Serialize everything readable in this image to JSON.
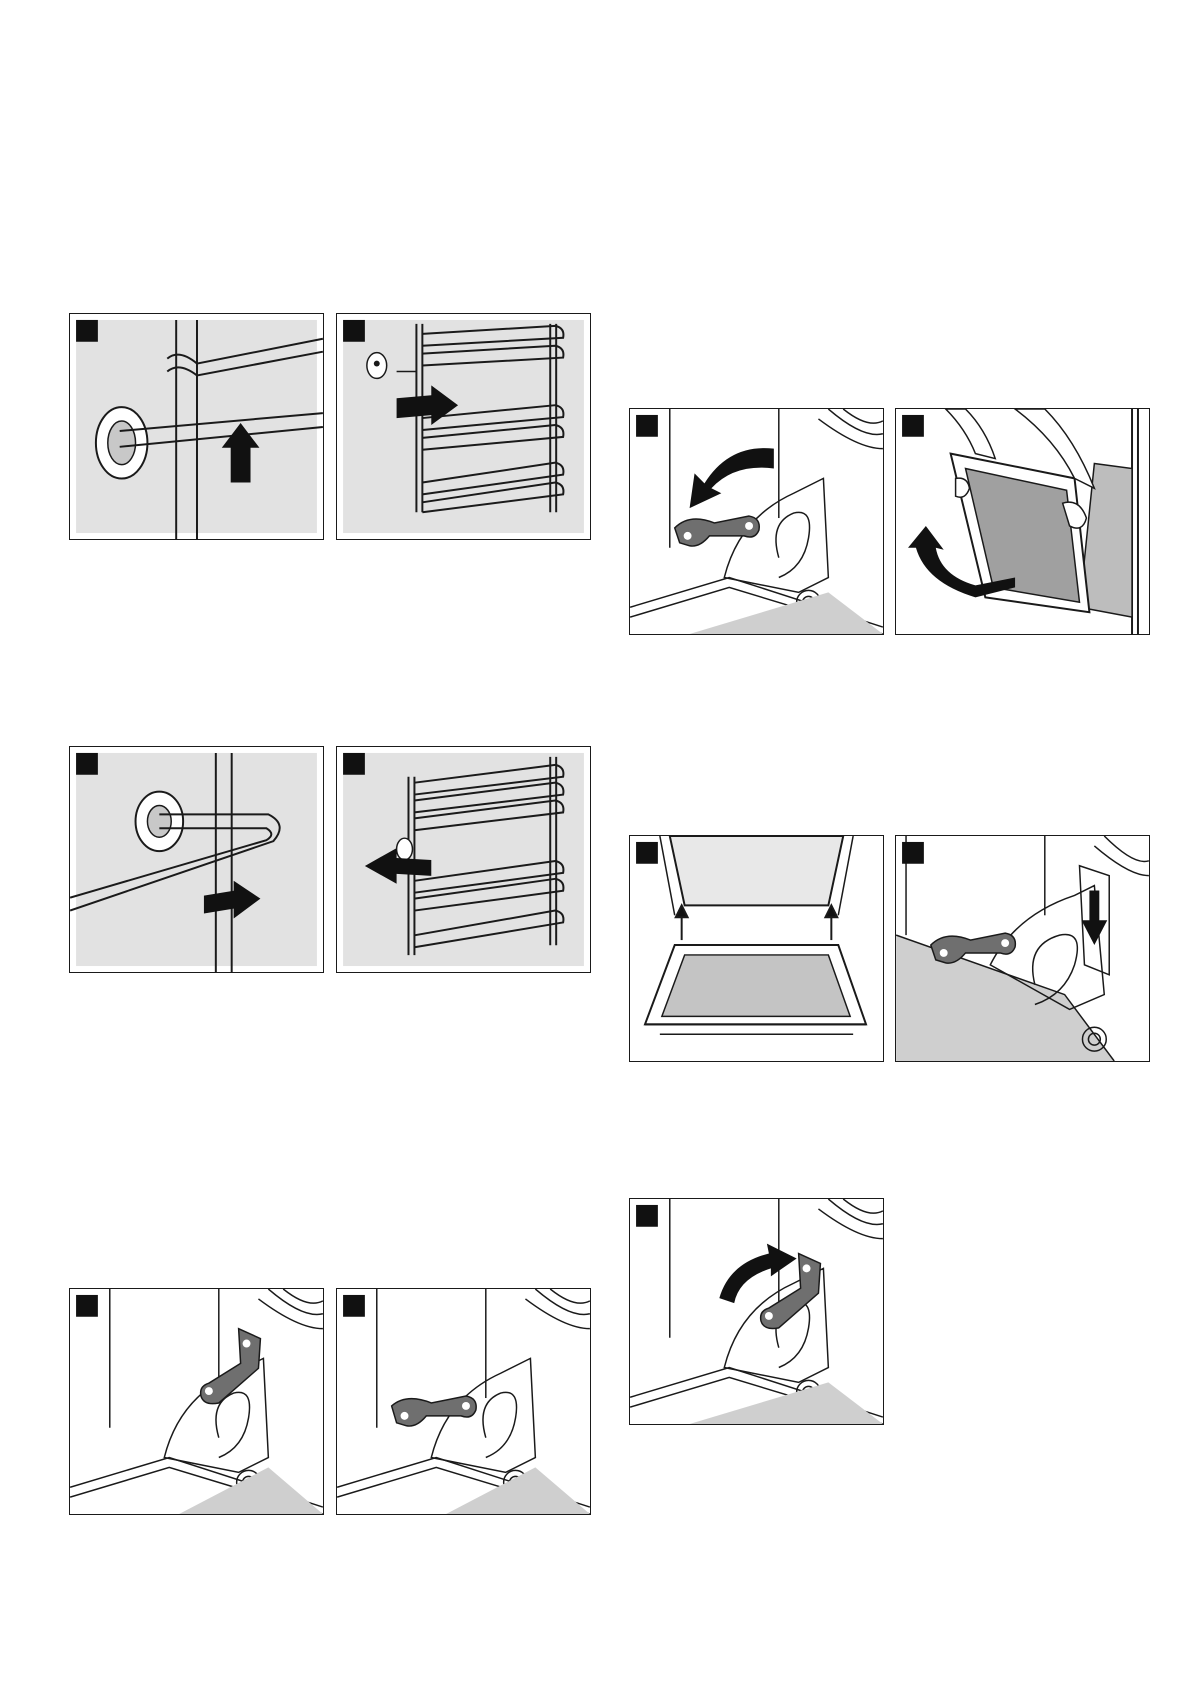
{
  "page": {
    "background": "#ffffff"
  },
  "colors": {
    "panel_fill": "#e2e2e2",
    "handle_fill": "#6f6f6f",
    "glass_fill": "#bdbdbd",
    "floor_fill": "#cfcfcf",
    "line": "#1a1a1a"
  },
  "figures": [
    {
      "id": "fig1",
      "panels": [
        {
          "name": "panel-rail-unhook-up",
          "icon": "rail-hook-up-arrow-icon"
        },
        {
          "name": "panel-rail-pull-out",
          "icon": "shelf-rail-remove-icon"
        }
      ]
    },
    {
      "id": "fig2",
      "panels": [
        {
          "name": "panel-rail-hook-in",
          "icon": "rail-hook-insert-icon"
        },
        {
          "name": "panel-rail-push-in",
          "icon": "shelf-rail-insert-icon"
        }
      ]
    },
    {
      "id": "fig3",
      "panels": [
        {
          "name": "panel-hinge-lever-up",
          "icon": "hinge-lever-closed-icon"
        },
        {
          "name": "panel-hinge-lever-down",
          "icon": "hinge-lever-open-icon"
        }
      ]
    },
    {
      "id": "fig4",
      "panels": [
        {
          "name": "panel-hinge-fold-down",
          "icon": "hinge-lever-rotate-down-icon"
        },
        {
          "name": "panel-door-lift-off",
          "icon": "door-removal-hands-icon"
        }
      ]
    },
    {
      "id": "fig5",
      "panels": [
        {
          "name": "panel-door-attach",
          "icon": "door-attach-arrows-icon"
        },
        {
          "name": "panel-hinge-insert",
          "icon": "hinge-insert-down-arrow-icon"
        }
      ]
    },
    {
      "id": "fig6",
      "panels": [
        {
          "name": "panel-hinge-fold-up",
          "icon": "hinge-lever-rotate-up-icon"
        }
      ]
    }
  ]
}
